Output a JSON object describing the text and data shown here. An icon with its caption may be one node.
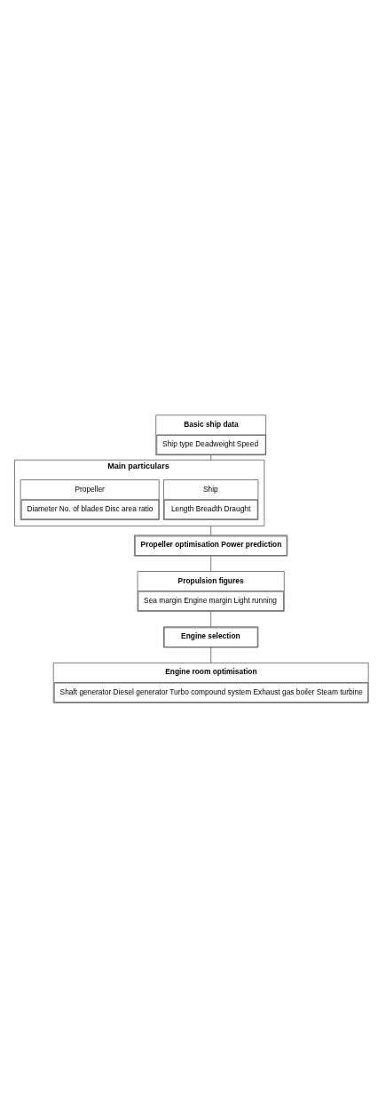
{
  "diagram": {
    "nodes": [
      {
        "text": [
          "Basic ship data",
          "Ship type Deadweight Speed"
        ]
      },
      {
        "text": [
          "Main particulars"
        ]
      },
      {
        "text": [
          "Ship",
          "Length Breadth Draught"
        ],
        "in": 1
      },
      {
        "text": [
          "Propeller",
          "Diameter No. of blades Disc area ratio"
        ],
        "in": 1
      },
      {
        "text": [
          "Propeller optimisation Power prediction"
        ]
      },
      {
        "text": [
          "Propulsion figures",
          "Sea margin Engine margin Light running"
        ]
      },
      {
        "text": [
          "Engine selection"
        ]
      },
      {
        "text": [
          "Engine room optimisation",
          "Shaft generator Diesel generator Turbo compound system Exhaust gas boiler Steam turbine"
        ]
      }
    ],
    "edges": [
      {
        "from": 0,
        "to": 1,
        "arrow": "none"
      },
      {
        "from": 1,
        "to": 4,
        "arrow": "none"
      },
      {
        "from": 4,
        "to": 5,
        "arrow": "none"
      },
      {
        "from": 5,
        "to": 6,
        "arrow": "none"
      },
      {
        "from": 6,
        "to": 7,
        "arrow": "none"
      }
    ]
  }
}
